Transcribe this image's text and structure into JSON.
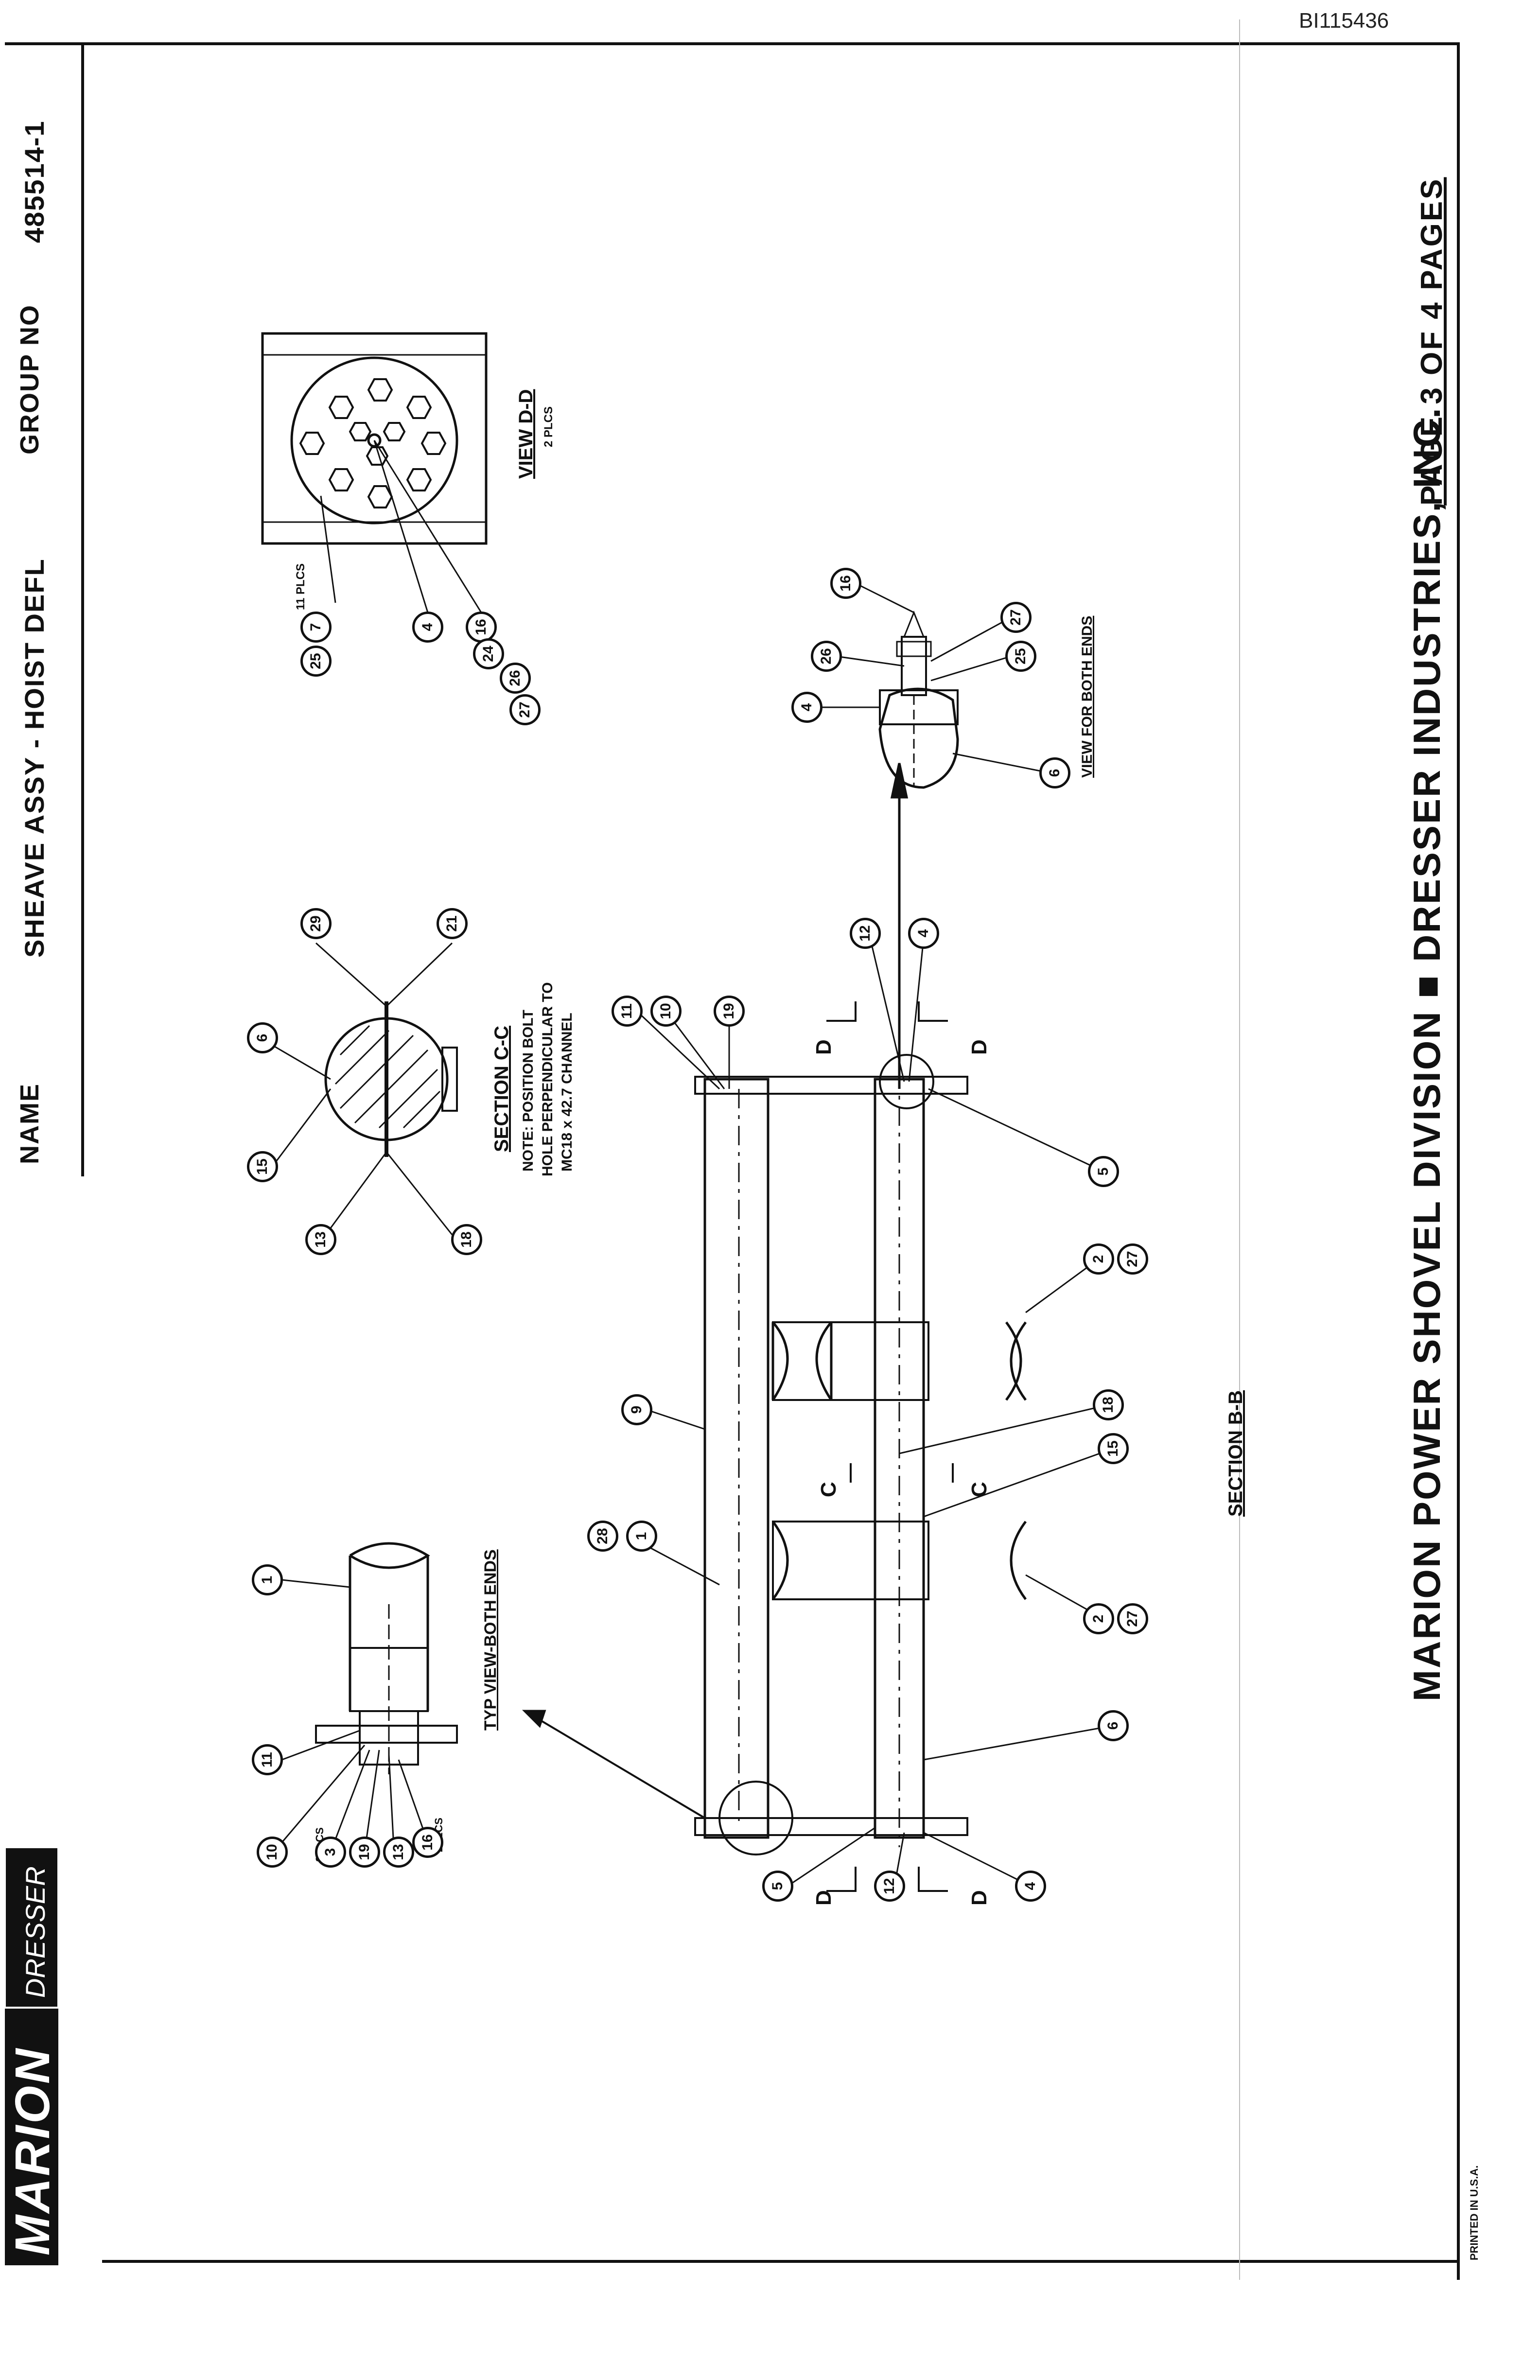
{
  "doc_id": "BI115436",
  "title_block": {
    "name_label": "NAME",
    "name_value": "SHEAVE ASSY - HOIST DEFL",
    "group_label": "GROUP NO",
    "group_value": "485514-1"
  },
  "logo": {
    "brand": "MARION",
    "sub": "DRESSER"
  },
  "footer": {
    "company": "MARION POWER SHOVEL DIVISION ■ DRESSER INDUSTRIES, INC.",
    "pages": "PAGE 3 OF 4 PAGES",
    "printed": "PRINTED IN U.S.A."
  },
  "views": {
    "view_dd": {
      "title": "VIEW D-D",
      "qty": "2 PLCS",
      "callout_qty": "11 PLCS"
    },
    "section_cc": {
      "title": "SECTION C-C",
      "note_lines": [
        "NOTE: POSITION BOLT",
        "HOLE PERPENDICULAR TO",
        "MC18 x 42.7 CHANNEL"
      ]
    },
    "typ_view": {
      "title": "TYP VIEW-BOTH ENDS",
      "qty_3": "3PLCS",
      "qty_2": "2PLCS"
    },
    "both_ends": {
      "title": "VIEW FOR BOTH ENDS"
    },
    "section_bb": {
      "title": "SECTION B-B"
    },
    "cut_d": "D",
    "cut_c": "C"
  },
  "balloons": {
    "dd": [
      "25",
      "7",
      "4",
      "16",
      "24",
      "26",
      "27"
    ],
    "cc": [
      "6",
      "15",
      "13",
      "29",
      "21",
      "18"
    ],
    "typ": [
      "1",
      "11",
      "10",
      "3",
      "19",
      "13",
      "16"
    ],
    "end": [
      "16",
      "26",
      "4",
      "27",
      "25",
      "6"
    ],
    "bb_top": [
      "11",
      "10",
      "19",
      "12",
      "4",
      "9",
      "28",
      "1"
    ],
    "bb_bot": [
      "5",
      "2",
      "27",
      "18",
      "15",
      "2",
      "27",
      "6",
      "5",
      "12",
      "4"
    ]
  }
}
